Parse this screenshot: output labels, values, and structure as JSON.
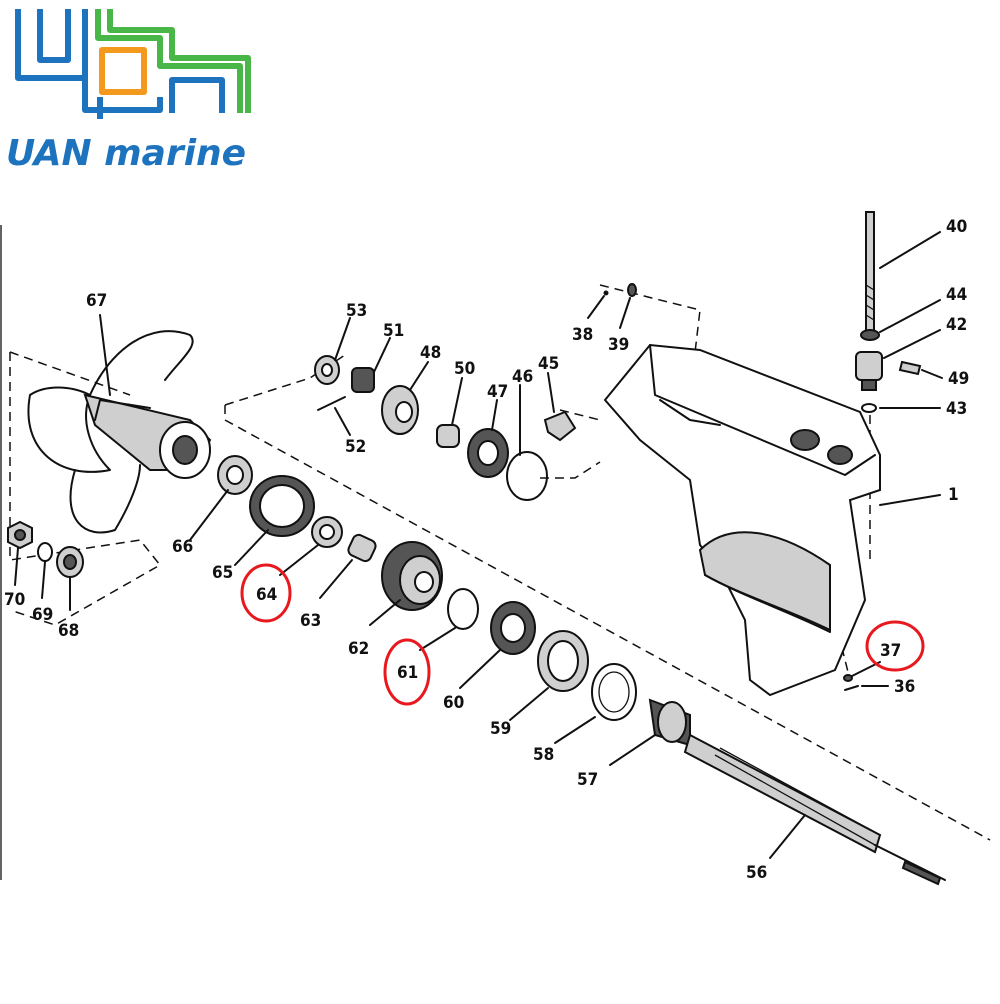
{
  "brand": {
    "name": "UAN marine",
    "color_blue": "#1e73be",
    "color_green": "#49b648",
    "color_orange": "#f39a1e",
    "color_highlight": "#e8191e"
  },
  "diagram": {
    "part_numbers": [
      "1",
      "36",
      "37",
      "38",
      "39",
      "40",
      "42",
      "43",
      "44",
      "45",
      "46",
      "47",
      "48",
      "49",
      "50",
      "51",
      "52",
      "53",
      "56",
      "57",
      "58",
      "59",
      "60",
      "61",
      "62",
      "63",
      "64",
      "65",
      "66",
      "67",
      "68",
      "69",
      "70"
    ],
    "highlighted": [
      "37",
      "61",
      "64"
    ]
  }
}
